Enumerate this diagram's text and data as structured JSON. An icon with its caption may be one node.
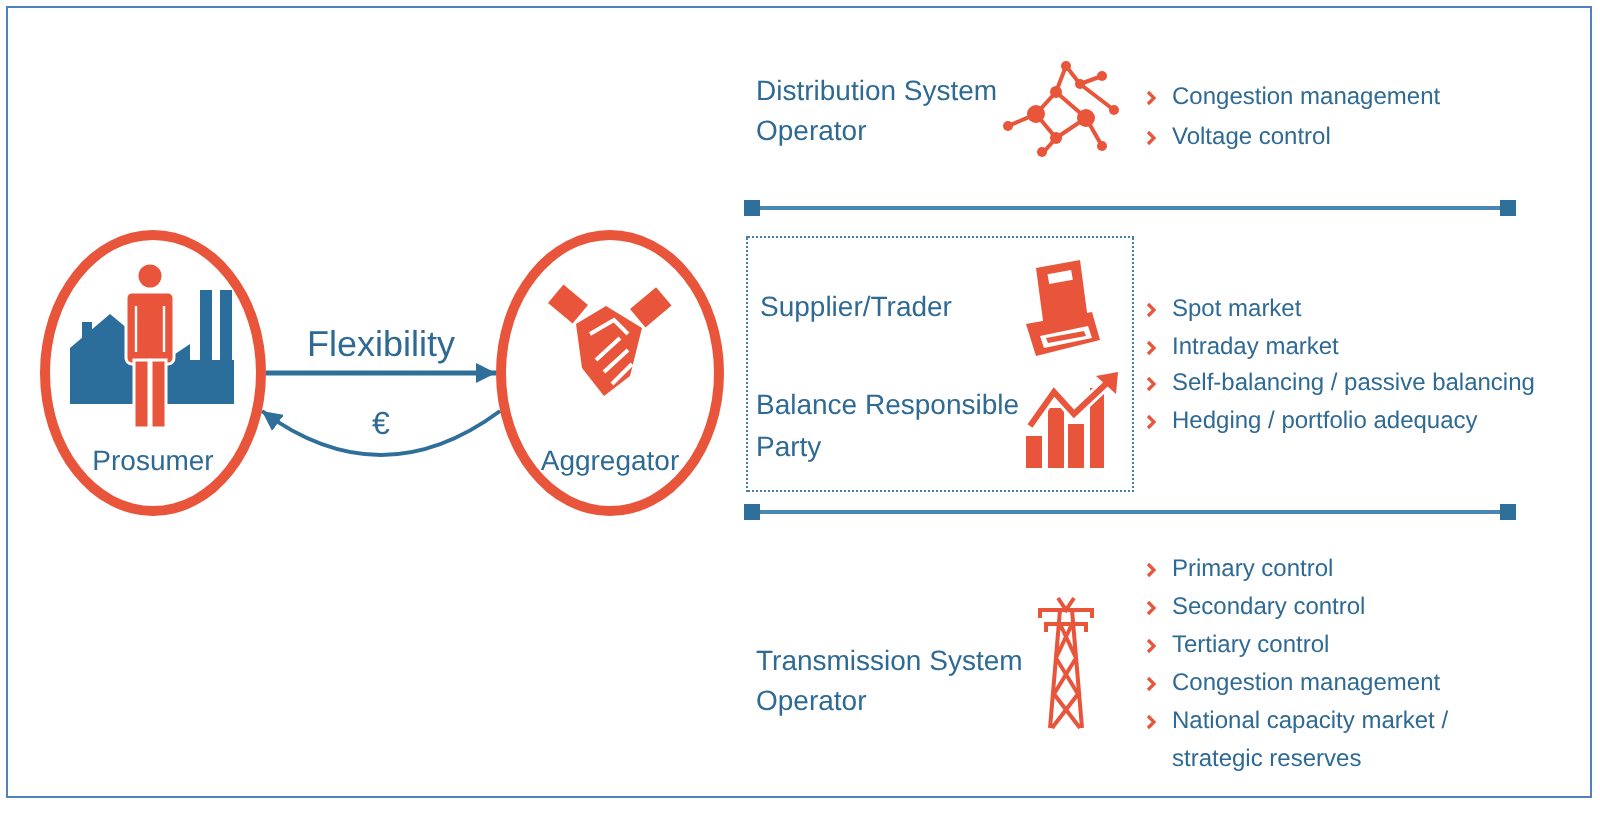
{
  "diagram": {
    "nodes": [
      {
        "text": [
          "Prosumer"
        ]
      },
      {
        "text": [
          "Aggregator"
        ]
      },
      {
        "text": [
          "Supplier/Trader",
          "Balance Responsible Party"
        ]
      }
    ],
    "edges": [
      {
        "from": 0,
        "to": 1,
        "arrow": "to",
        "label": "Flexibility"
      },
      {
        "from": 1,
        "to": 0,
        "arrow": "to",
        "label": "€"
      }
    ],
    "labels": [
      "Distribution System Operator",
      "Congestion management",
      "Voltage control",
      "Spot market",
      "Intraday market",
      "Self-balancing / passive balancing",
      "Hedging / portfolio adequacy",
      "Transmission System Operator",
      "Primary control",
      "Secondary control",
      "Tertiary control",
      "Congestion management",
      "National capacity market / strategic reserves"
    ]
  }
}
